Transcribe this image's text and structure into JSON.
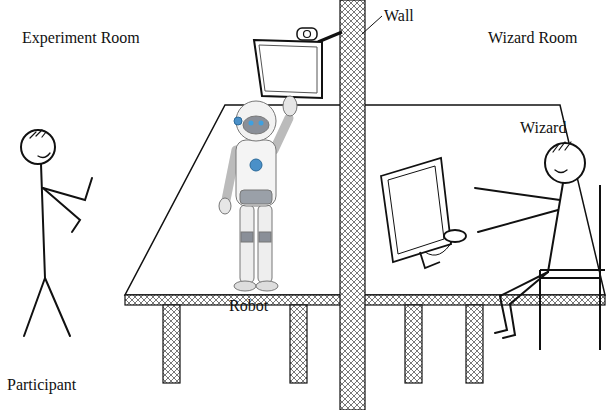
{
  "diagram": {
    "labels": [
      "Experiment Room",
      "Wall",
      "Wizard Room",
      "Wizard",
      "Robot",
      "Participant"
    ]
  }
}
